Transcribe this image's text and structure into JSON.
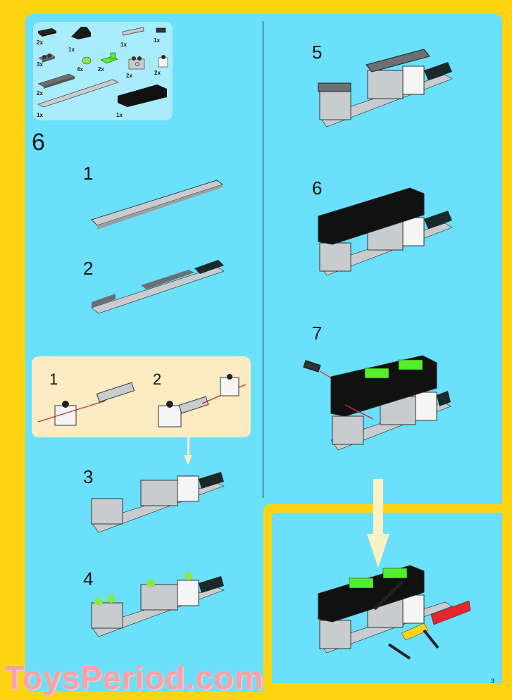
{
  "page": {
    "main_step": "6",
    "page_number": "3",
    "watermark": "ToysPeriod.com",
    "colors": {
      "border_yellow": "#ffd513",
      "panel_blue": "#6ae0fd",
      "parts_bg": "#a8ecfd",
      "callout_bg": "#fdebc4",
      "arrow": "#fdf0c4",
      "watermark": "#f4a3a8"
    }
  },
  "parts_list": {
    "items": [
      {
        "name": "black-tile-1x2",
        "qty": "2x"
      },
      {
        "name": "black-slope-2x2",
        "qty": "1x"
      },
      {
        "name": "grey-technic-pin-long",
        "qty": "1x"
      },
      {
        "name": "black-pin-short",
        "qty": "1x"
      },
      {
        "name": "grey-plate-1x2",
        "qty": "3x"
      },
      {
        "name": "lime-round-plate-1x1",
        "qty": "4x"
      },
      {
        "name": "lime-clip-plate",
        "qty": "2x"
      },
      {
        "name": "grey-technic-brick-1x2",
        "qty": "2x"
      },
      {
        "name": "white-technic-brick-1x1",
        "qty": "2x"
      },
      {
        "name": "grey-plate-1x4",
        "qty": "2x"
      },
      {
        "name": "grey-plate-1x10",
        "qty": "1x"
      },
      {
        "name": "black-technic-brick-1x6",
        "qty": "1x"
      }
    ]
  },
  "callout": {
    "steps": [
      {
        "label": "1"
      },
      {
        "label": "2"
      }
    ]
  },
  "left_steps": [
    {
      "label": "1"
    },
    {
      "label": "2"
    },
    {
      "label": "3"
    },
    {
      "label": "4"
    }
  ],
  "right_steps": [
    {
      "label": "5"
    },
    {
      "label": "6"
    },
    {
      "label": "7"
    }
  ]
}
